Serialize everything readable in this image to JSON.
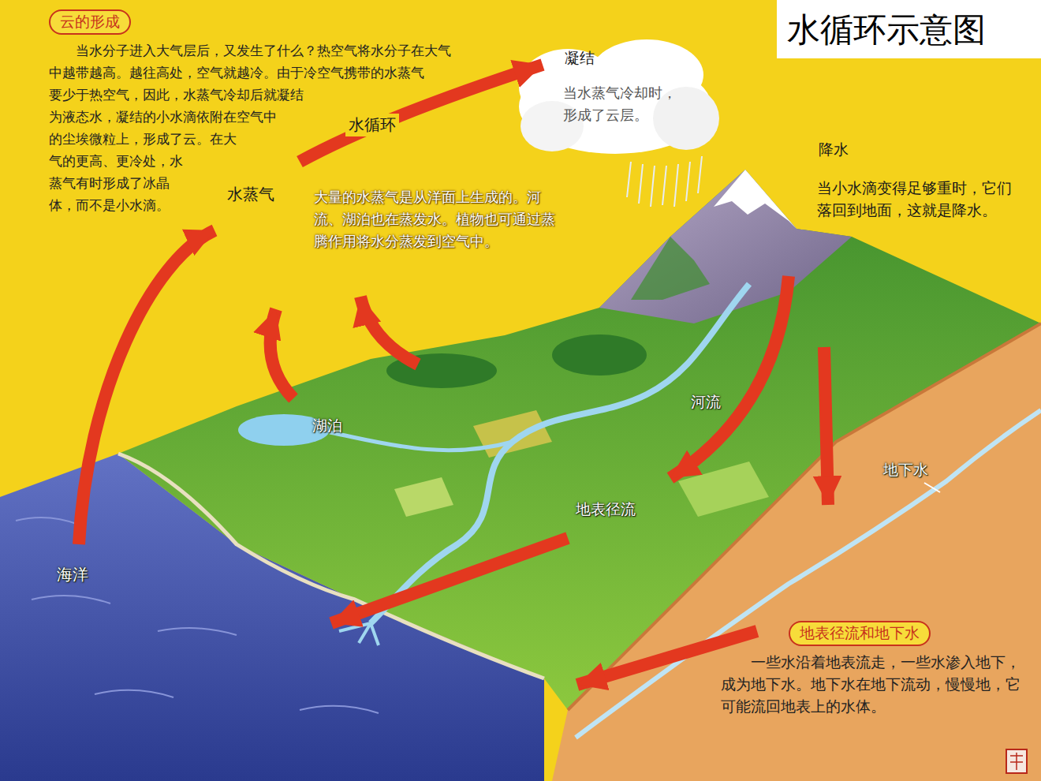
{
  "diagram": {
    "title": "水循环示意图",
    "nodes": [
      {
        "text": [
          "云的形成",
          "当水分子进入大气层后，又发生了什么？热空气将水分子在大气中越带越高。越往高处，空气就越冷。由于冷空气携带的水蒸气要少于热空气，因此，水蒸气冷却后就凝结为液态水，凝结的小水滴依附在空气中的尘埃微粒上，形成了云。在大气的更高、更冷处，水蒸气有时形成了冰晶体，而不是小水滴。"
        ]
      },
      {
        "text": [
          "地表径流和地下水",
          "一些水沿着地表流走，一些水渗入地下，成为地下水。地下水在地下流动，慢慢地，它可能流回地表上的水体。"
        ]
      }
    ],
    "labels": [
      "水循环",
      "水蒸气",
      "凝结",
      "当水蒸气冷却时，形成了云层。",
      "降水",
      "当小水滴变得足够重时，它们落回到地面，这就是降水。",
      "大量的水蒸气是从洋面上生成的。河流、湖泊也在蒸发水。植物也可通过蒸腾作用将水分蒸发到空气中。",
      "湖泊",
      "河流",
      "地表径流",
      "地下水",
      "海洋"
    ]
  }
}
